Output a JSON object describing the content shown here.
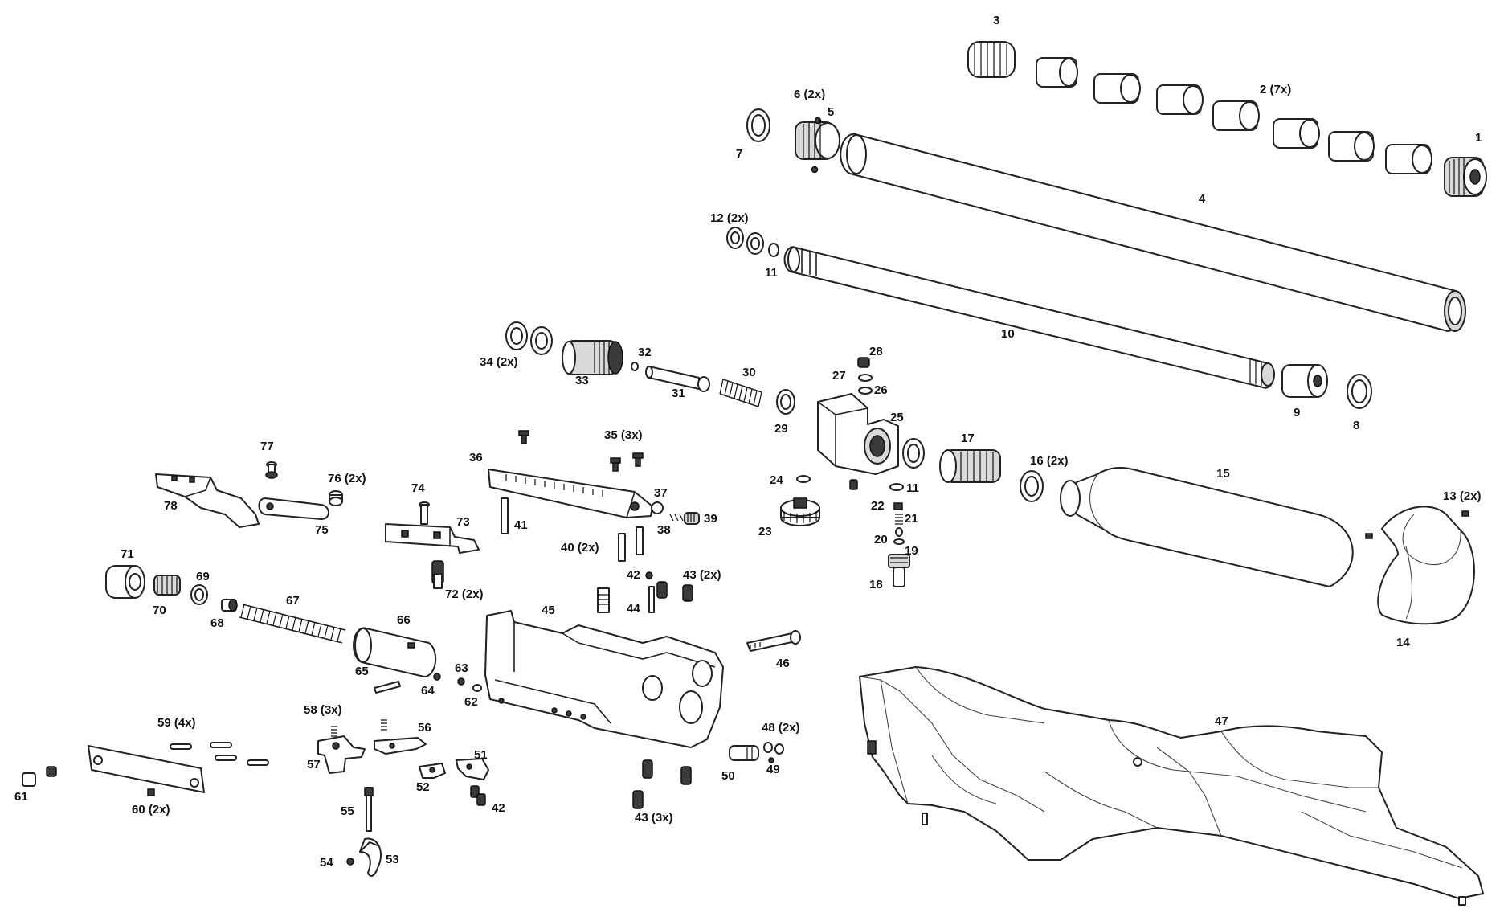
{
  "diagram": {
    "callouts": [
      {
        "id": "c1",
        "text": "1"
      },
      {
        "id": "c2",
        "text": "2 (7x)"
      },
      {
        "id": "c3",
        "text": "3"
      },
      {
        "id": "c4",
        "text": "4"
      },
      {
        "id": "c5",
        "text": "5"
      },
      {
        "id": "c6",
        "text": "6 (2x)"
      },
      {
        "id": "c7",
        "text": "7"
      },
      {
        "id": "c8",
        "text": "8"
      },
      {
        "id": "c9",
        "text": "9"
      },
      {
        "id": "c10",
        "text": "10"
      },
      {
        "id": "c11a",
        "text": "11"
      },
      {
        "id": "c11b",
        "text": "11"
      },
      {
        "id": "c12",
        "text": "12 (2x)"
      },
      {
        "id": "c13",
        "text": "13 (2x)"
      },
      {
        "id": "c14",
        "text": "14"
      },
      {
        "id": "c15",
        "text": "15"
      },
      {
        "id": "c16",
        "text": "16 (2x)"
      },
      {
        "id": "c17",
        "text": "17"
      },
      {
        "id": "c18",
        "text": "18"
      },
      {
        "id": "c19",
        "text": "19"
      },
      {
        "id": "c20",
        "text": "20"
      },
      {
        "id": "c21",
        "text": "21"
      },
      {
        "id": "c22",
        "text": "22"
      },
      {
        "id": "c23",
        "text": "23"
      },
      {
        "id": "c24",
        "text": "24"
      },
      {
        "id": "c25",
        "text": "25"
      },
      {
        "id": "c26",
        "text": "26"
      },
      {
        "id": "c27",
        "text": "27"
      },
      {
        "id": "c28",
        "text": "28"
      },
      {
        "id": "c29",
        "text": "29"
      },
      {
        "id": "c30",
        "text": "30"
      },
      {
        "id": "c31",
        "text": "31"
      },
      {
        "id": "c32",
        "text": "32"
      },
      {
        "id": "c33",
        "text": "33"
      },
      {
        "id": "c34",
        "text": "34 (2x)"
      },
      {
        "id": "c35",
        "text": "35 (3x)"
      },
      {
        "id": "c36",
        "text": "36"
      },
      {
        "id": "c37",
        "text": "37"
      },
      {
        "id": "c38",
        "text": "38"
      },
      {
        "id": "c39",
        "text": "39"
      },
      {
        "id": "c40",
        "text": "40 (2x)"
      },
      {
        "id": "c41",
        "text": "41"
      },
      {
        "id": "c42a",
        "text": "42"
      },
      {
        "id": "c42b",
        "text": "42"
      },
      {
        "id": "c43a",
        "text": "43 (2x)"
      },
      {
        "id": "c43b",
        "text": "43 (3x)"
      },
      {
        "id": "c44",
        "text": "44"
      },
      {
        "id": "c45",
        "text": "45"
      },
      {
        "id": "c46",
        "text": "46"
      },
      {
        "id": "c47",
        "text": "47"
      },
      {
        "id": "c48",
        "text": "48 (2x)"
      },
      {
        "id": "c49",
        "text": "49"
      },
      {
        "id": "c50",
        "text": "50"
      },
      {
        "id": "c51",
        "text": "51"
      },
      {
        "id": "c52",
        "text": "52"
      },
      {
        "id": "c53",
        "text": "53"
      },
      {
        "id": "c54",
        "text": "54"
      },
      {
        "id": "c55",
        "text": "55"
      },
      {
        "id": "c56",
        "text": "56"
      },
      {
        "id": "c57",
        "text": "57"
      },
      {
        "id": "c58",
        "text": "58 (3x)"
      },
      {
        "id": "c59",
        "text": "59 (4x)"
      },
      {
        "id": "c60",
        "text": "60 (2x)"
      },
      {
        "id": "c61",
        "text": "61"
      },
      {
        "id": "c62",
        "text": "62"
      },
      {
        "id": "c63",
        "text": "63"
      },
      {
        "id": "c64",
        "text": "64"
      },
      {
        "id": "c65",
        "text": "65"
      },
      {
        "id": "c66",
        "text": "66"
      },
      {
        "id": "c67",
        "text": "67"
      },
      {
        "id": "c68",
        "text": "68"
      },
      {
        "id": "c69",
        "text": "69"
      },
      {
        "id": "c70",
        "text": "70"
      },
      {
        "id": "c71",
        "text": "71"
      },
      {
        "id": "c72",
        "text": "72  (2x)"
      },
      {
        "id": "c73",
        "text": "73"
      },
      {
        "id": "c74",
        "text": "74"
      },
      {
        "id": "c75",
        "text": "75"
      },
      {
        "id": "c76",
        "text": "76 (2x)"
      },
      {
        "id": "c77",
        "text": "77"
      },
      {
        "id": "c78",
        "text": "78"
      }
    ]
  }
}
